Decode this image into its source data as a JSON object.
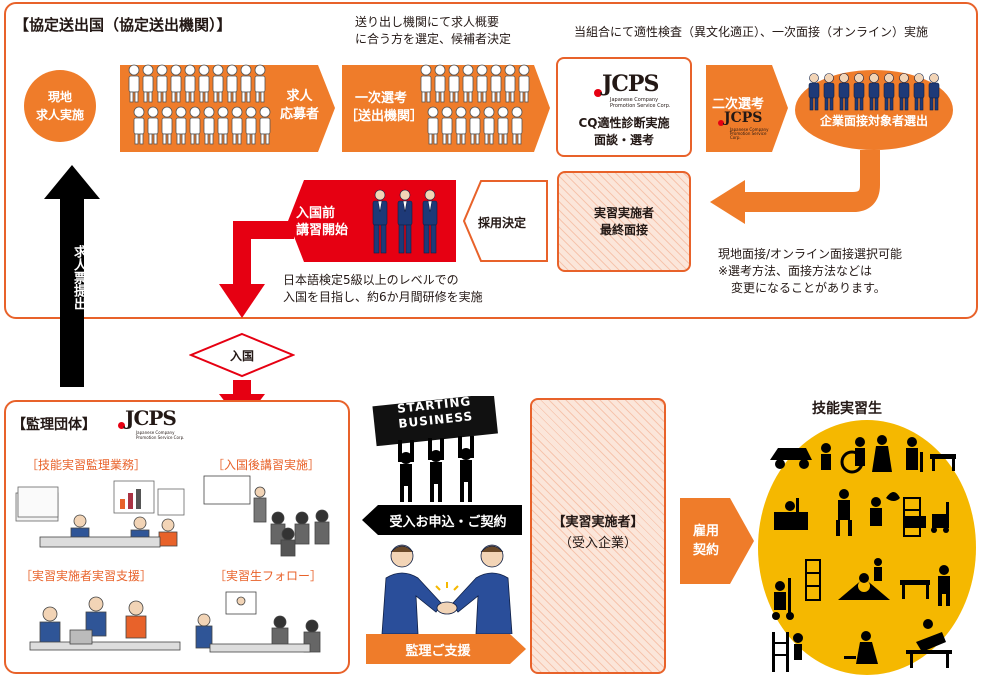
{
  "top": {
    "title": "【協定送出国（協定送出機関）】",
    "note_select": [
      "送り出し機関にて求人概要",
      "に合う方を選定、候補者決定"
    ],
    "note_exam": "当組合にて適性検査（異文化適正）、一次面接（オンライン）実施",
    "local_recruit": [
      "現地",
      "求人実施"
    ],
    "applicants": [
      "求人",
      "応募者"
    ],
    "first_selection": [
      "一次選考",
      "［送出機関］"
    ],
    "cq_box": [
      "CQ適性診断実施",
      "面談・選考"
    ],
    "second_selection": "二次選考",
    "interview_target": "企業面接対象者選出",
    "final_interview": [
      "実習実施者",
      "最終面接"
    ],
    "adoption": "採用決定",
    "pre_training": [
      "入国前",
      "講習開始"
    ],
    "training_note": [
      "日本語検定5級以上のレベルでの",
      "入国を目指し、約6か月間研修を実施"
    ],
    "interview_note": [
      "現地面接/オンライン面接選択可能",
      "※選考方法、面接方法などは",
      "変更になることがあります。"
    ]
  },
  "submit_label": "求人票提出",
  "entry_label": "入国",
  "logo": {
    "main": "JCPS",
    "sub1": "Japanese Company",
    "sub2": "Promotion Service Corp."
  },
  "bottom": {
    "title": "【監理団体】",
    "items": [
      "［技能実習監理業務］",
      "［入国後講習実施］",
      "［実習実施者実習支援］",
      "［実習生フォロー］"
    ],
    "sign": [
      "STARTING",
      "BUSINESS"
    ],
    "contract": "受入お申込・ご契約",
    "support": "監理ご支援",
    "company": [
      "【実習実施者】",
      "（受入企業）"
    ],
    "employment": [
      "雇用",
      "契約"
    ],
    "trainees_title": "技能実習生"
  },
  "colors": {
    "orange": "#ef7c2a",
    "red": "#e60012",
    "black": "#000000",
    "yellow": "#f5b800"
  }
}
